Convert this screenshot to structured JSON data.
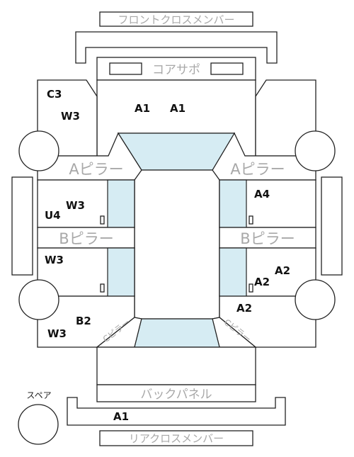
{
  "labels": {
    "front_cross_member": "フロントクロスメンバー",
    "core_support": "コアサポ",
    "a_pillar_left": "Aピラー",
    "a_pillar_right": "Aピラー",
    "b_pillar_left": "Bピラー",
    "b_pillar_right": "Bピラー",
    "c_pillar_left": "Cピラー",
    "c_pillar_right": "Cピラー",
    "back_panel": "バックパネル",
    "rear_cross_member": "リアクロスメンバー",
    "spare": "スペア"
  },
  "codes": {
    "c3": "C3",
    "left_front_w3": "W3",
    "roof_front_a1_left": "A1",
    "roof_front_a1_right": "A1",
    "left_front_door_w3": "W3",
    "left_front_door_u4": "U4",
    "right_front_door_a4": "A4",
    "left_rear_door_w3": "W3",
    "right_rear_door_a2_upper": "A2",
    "right_rear_door_a2_lower": "A2",
    "right_rear_quarter_a2": "A2",
    "left_rear_quarter_b2": "B2",
    "left_rear_quarter_w3": "W3",
    "rear_cross_a1": "A1"
  },
  "colors": {
    "glass": "#d6ecf3",
    "outline": "#222222",
    "grey_text": "#a8a8a8"
  }
}
